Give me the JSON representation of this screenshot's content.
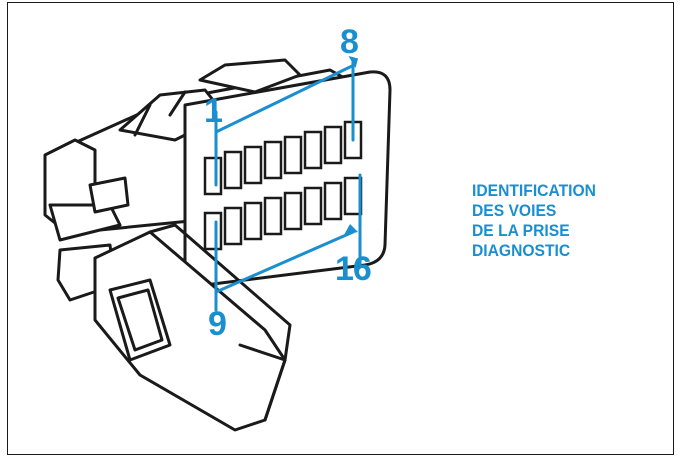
{
  "figure": {
    "pin_labels": {
      "top_left": "1",
      "top_right": "8",
      "bottom_left": "9",
      "bottom_right": "16"
    },
    "caption_lines": [
      "IDENTIFICATION",
      "DES VOIES",
      "DE LA PRISE",
      "DIAGNOSTIC"
    ]
  },
  "colors": {
    "accent": "#1a8fd0",
    "line_art": "#1a1a1a",
    "background": "#ffffff"
  },
  "icons": [
    "obd-connector-drawing",
    "arrow-icon"
  ]
}
